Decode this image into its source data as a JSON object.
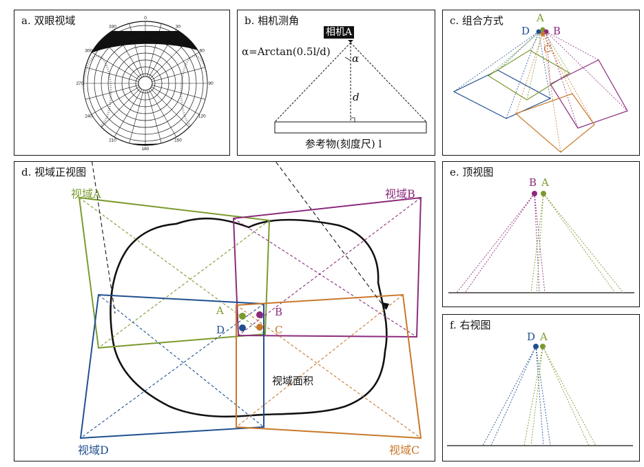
{
  "colors": {
    "A": "#7a9a2e",
    "B": "#8b2a7c",
    "C": "#c8782a",
    "D": "#1f4f8f",
    "ink": "#111111"
  },
  "panel_a": {
    "title": "a. 双眼视域",
    "ring_labels": [
      "0",
      "30",
      "60",
      "90",
      "120",
      "150",
      "180",
      "210",
      "240",
      "270",
      "300",
      "330"
    ]
  },
  "panel_b": {
    "title": "b. 相机测角",
    "camera": "相机A",
    "formula": "α=Arctan(0.5l/d)",
    "alpha": "α",
    "d": "d",
    "base": "参考物(刻度尺) l"
  },
  "panel_c": {
    "title": "c. 组合方式",
    "A": "A",
    "B": "B",
    "C": "C",
    "D": "D"
  },
  "panel_d": {
    "title": "d. 视域正视图",
    "view_a": "视域A",
    "view_b": "视域B",
    "view_c": "视域C",
    "view_d": "视域D",
    "A": "A",
    "B": "B",
    "C": "C",
    "D": "D",
    "area": "视域面积"
  },
  "panel_e": {
    "title": "e. 顶视图",
    "B": "B",
    "A": "A"
  },
  "panel_f": {
    "title": "f. 右视图",
    "D": "D",
    "A": "A"
  }
}
